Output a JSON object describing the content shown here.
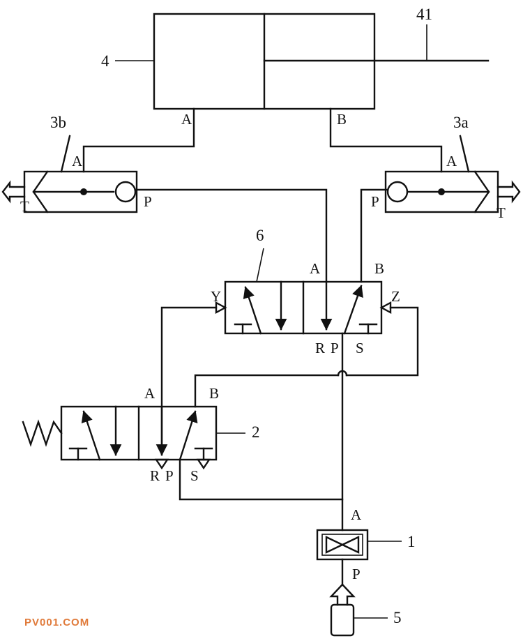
{
  "labels": {
    "cylinder": "4",
    "rod": "41",
    "check_left": "3b",
    "check_right": "3a",
    "valve6": "6",
    "valve2": "2",
    "valve1": "1",
    "source": "5"
  },
  "ports": {
    "cyl_a": "A",
    "cyl_b": "B",
    "ck_left_a": "A",
    "ck_left_t": "T",
    "ck_left_p": "P",
    "ck_right_a": "A",
    "ck_right_t": "T",
    "ck_right_p": "P",
    "v6_y": "Y",
    "v6_z": "Z",
    "v6_a": "A",
    "v6_b": "B",
    "v6_r": "R",
    "v6_p": "P",
    "v6_s": "S",
    "v2_a": "A",
    "v2_b": "B",
    "v2_r": "R",
    "v2_p": "P",
    "v2_s": "S",
    "v1_a": "A",
    "v1_p": "P"
  },
  "watermark": "PV001.COM"
}
